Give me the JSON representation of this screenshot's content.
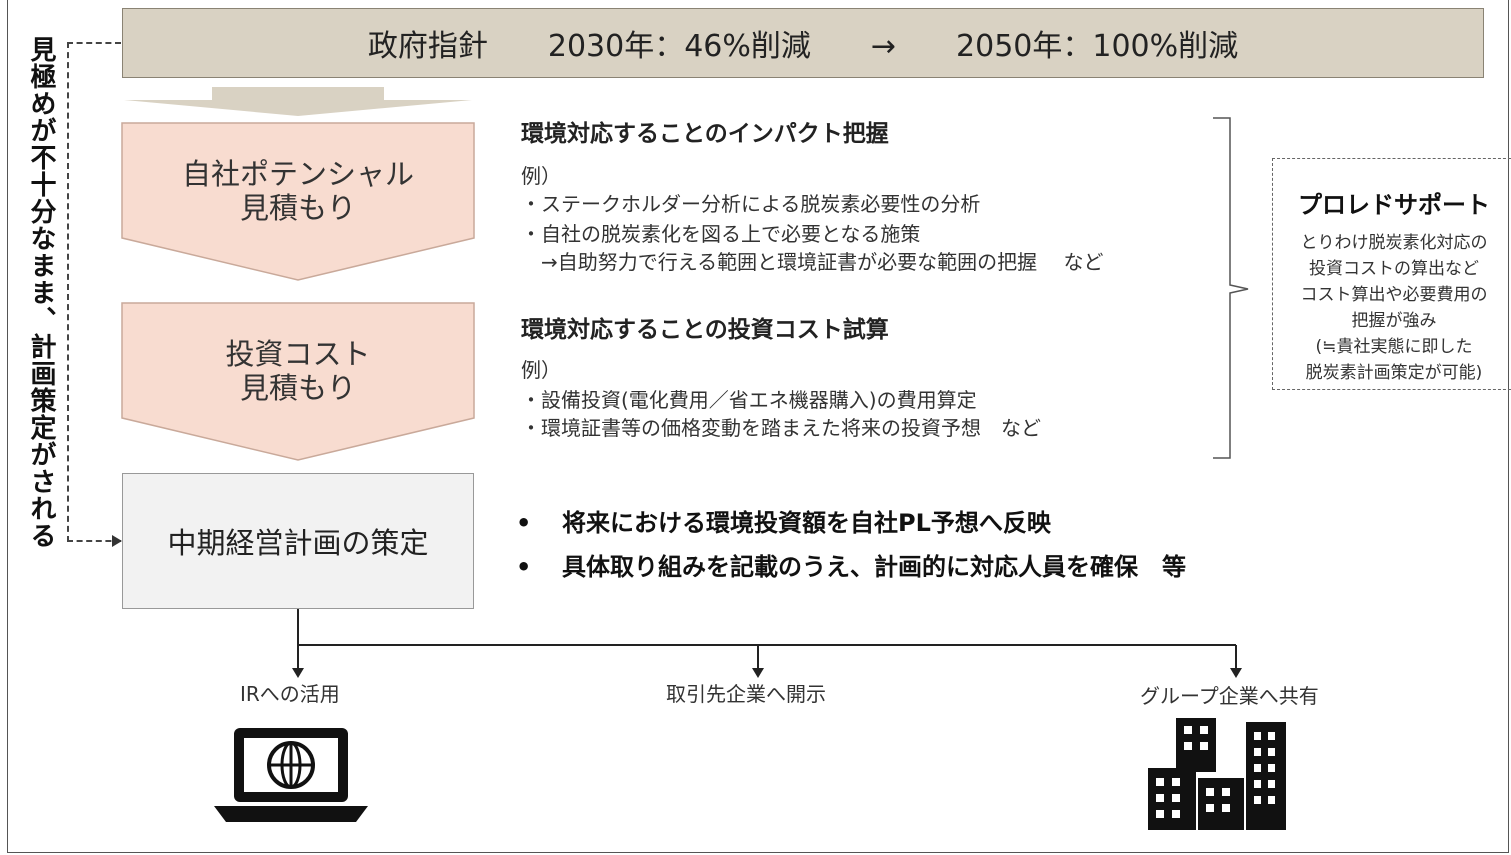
{
  "banner": {
    "text": "政府指針　　2030年：46%削減　　→　　2050年：100%削減"
  },
  "side_note": "見極めが不十分なまま、計画策定がされる",
  "steps": [
    {
      "line1": "自社ポテンシャル",
      "line2": "見積もり"
    },
    {
      "line1": "投資コスト",
      "line2": "見積もり"
    }
  ],
  "plan_box": "中期経営計画の策定",
  "impact": {
    "title": "環境対応することのインパクト把握",
    "example_label": "例）",
    "items": [
      "・ステークホルダー分析による脱炭素必要性の分析",
      "・自社の脱炭素化を図る上で必要となる施策",
      "　→自助努力で行える範囲と環境証書が必要な範囲の把握　 など"
    ]
  },
  "cost": {
    "title": "環境対応することの投資コスト試算",
    "example_label": "例）",
    "items": [
      "・設備投資(電化費用／省エネ機器購入)の費用算定",
      "・環境証書等の価格変動を踏まえた将来の投資予想　など"
    ]
  },
  "bullets": [
    "将来における環境投資額を自社PL予想へ反映",
    "具体取り組みを記載のうえ、計画的に対応人員を確保　等"
  ],
  "support": {
    "title": "プロレドサポート",
    "lines": [
      "とりわけ脱炭素化対応の",
      "投資コストの算出など",
      "コスト算出や必要費用の",
      "把握が強み",
      "(≒貴社実態に即した",
      "脱炭素計画策定が可能)"
    ]
  },
  "destinations": {
    "ir": "IRへの活用",
    "partners": "取引先企業へ開示",
    "group": "グループ企業へ共有"
  },
  "colors": {
    "banner_bg": "#d9d2c3",
    "pentagon_fill": "#f8dcd0",
    "pentagon_stroke": "#c9a99a",
    "plan_box_bg": "#f2f2f2"
  },
  "icons": [
    "laptop-globe-icon",
    "buildings-icon"
  ]
}
